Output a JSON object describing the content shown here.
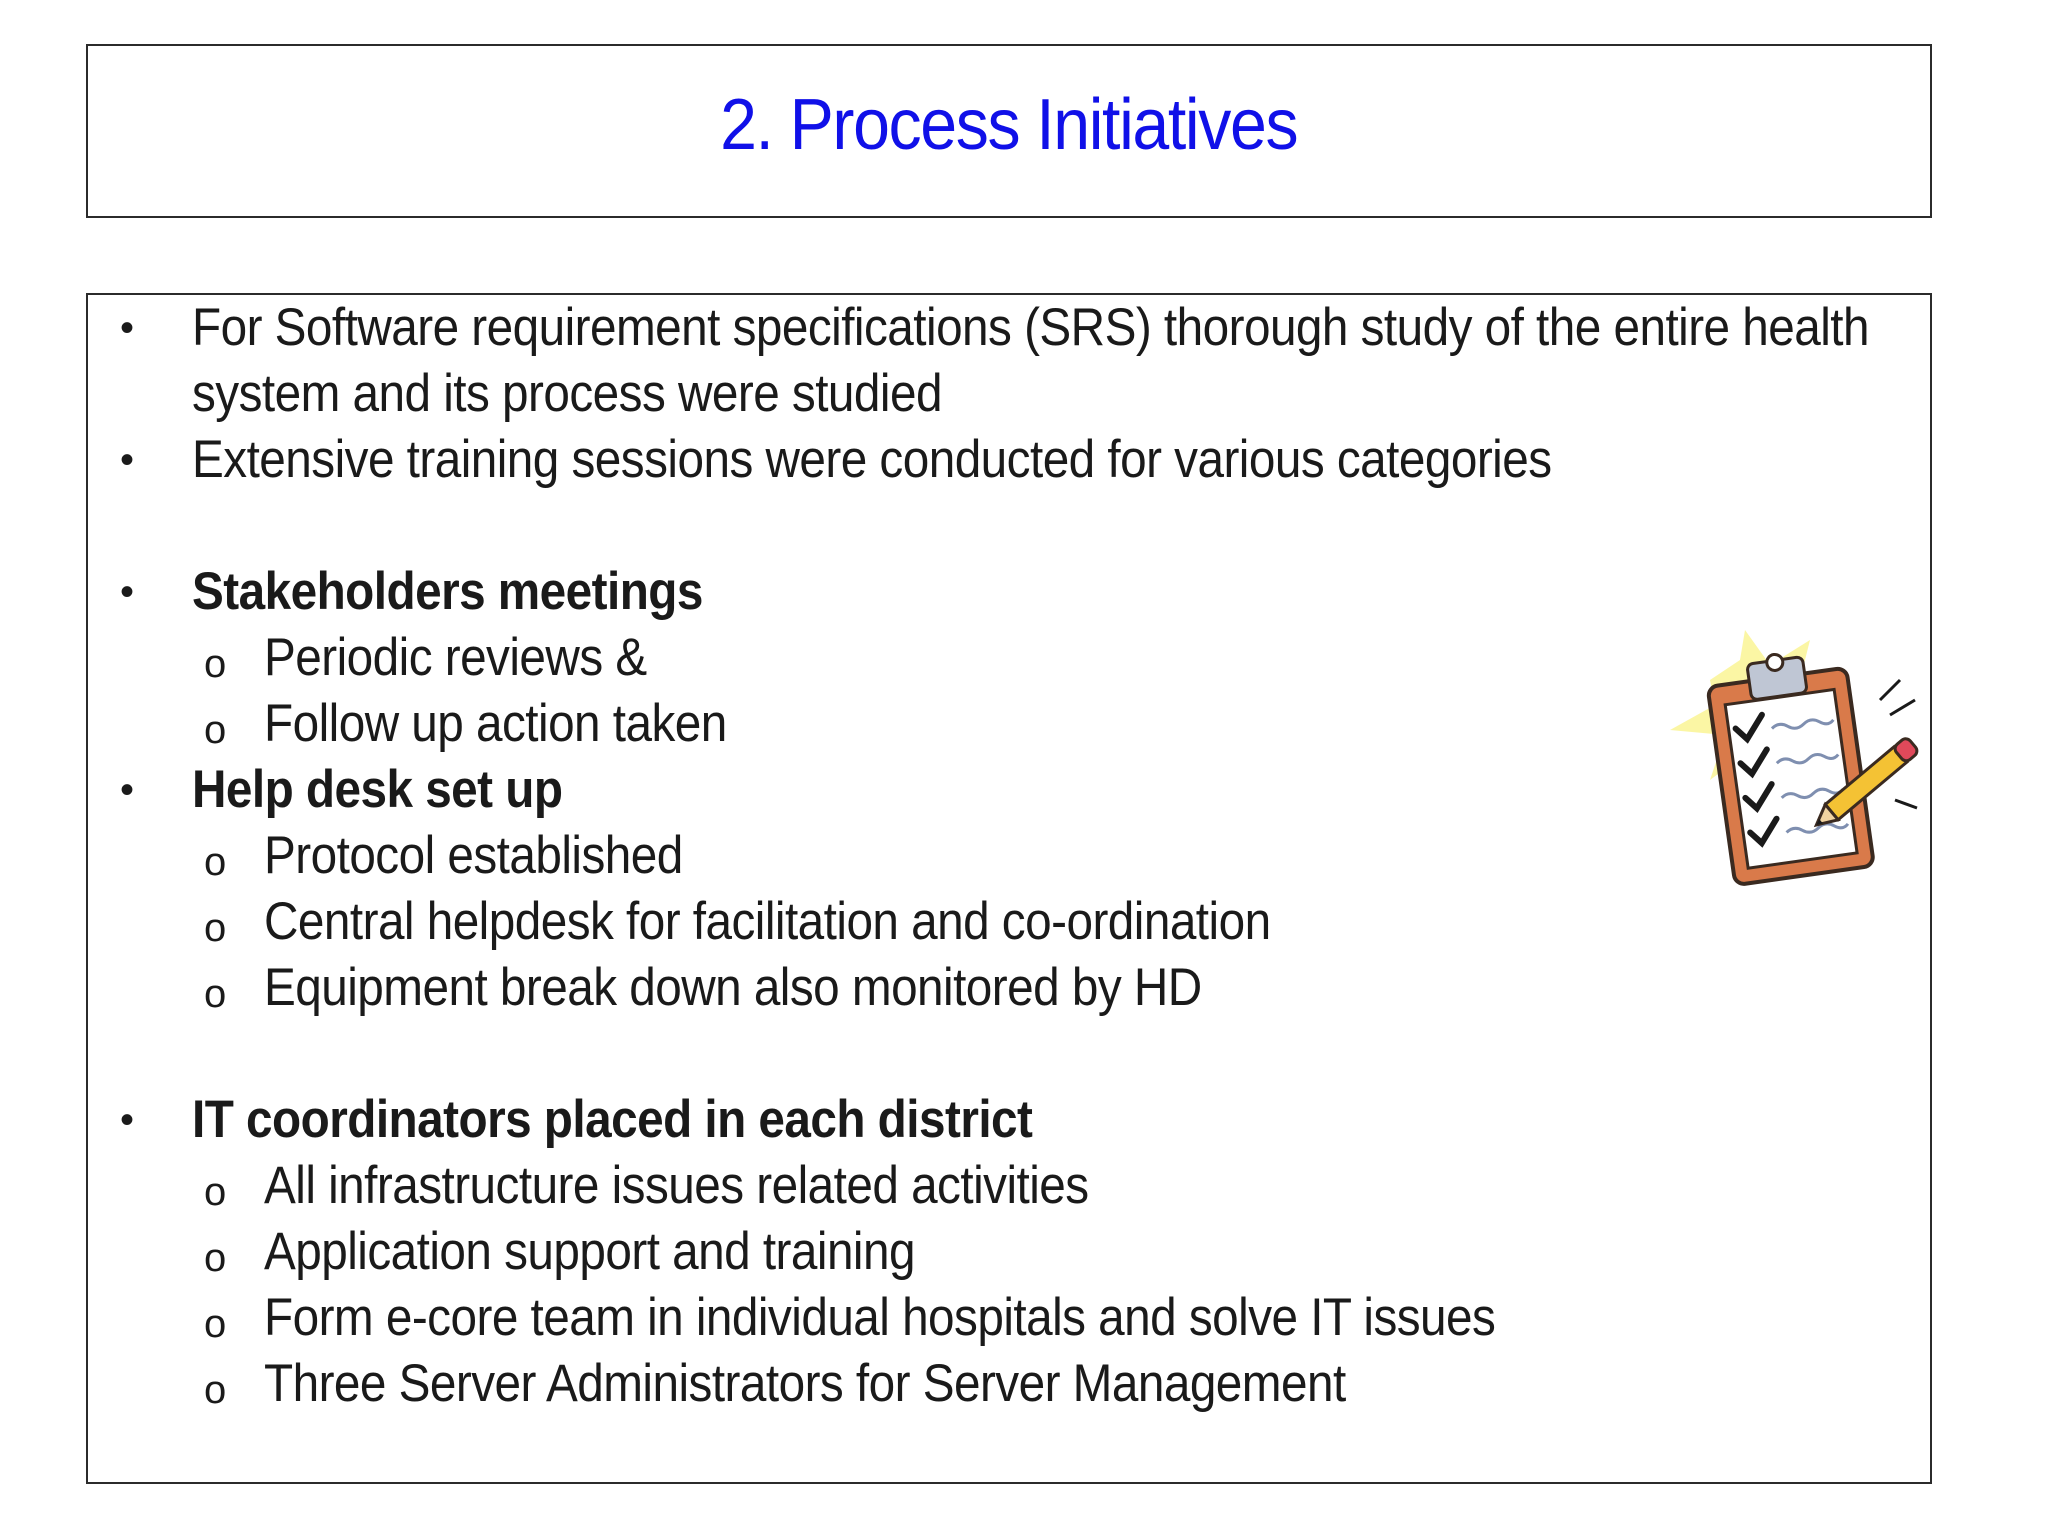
{
  "slide": {
    "title": "2. Process Initiatives",
    "bullets": [
      {
        "lines": [
          "For  Software requirement specifications (SRS) thorough study of the entire health",
          "system and its process were studied"
        ],
        "bold": false,
        "marker": "•",
        "subitems": []
      },
      {
        "lines": [
          "Extensive training sessions were conducted for various categories"
        ],
        "bold": false,
        "marker": "•",
        "subitems": []
      },
      {
        "lines": [
          "Stakeholders meetings"
        ],
        "bold": true,
        "marker": "•",
        "subitems": [
          "Periodic reviews &",
          "Follow up action taken"
        ]
      },
      {
        "lines": [
          "Help desk set up"
        ],
        "bold": true,
        "marker": "•",
        "subitems": [
          "Protocol established",
          "Central helpdesk for facilitation and co-ordination",
          "Equipment break down also monitored by HD"
        ]
      },
      {
        "lines": [
          "IT coordinators placed in each district"
        ],
        "bold": true,
        "marker": "•",
        "subitems": [
          "All infrastructure issues related activities",
          "Application support and training",
          "Form e-core team in individual hospitals and solve IT issues",
          "Three Server Administrators for Server Management"
        ]
      }
    ],
    "sub_marker": "o",
    "clipart": "clipboard-checklist-icon",
    "colors": {
      "title": "#1010e8",
      "text": "#1a1a1a",
      "border": "#2b2b2b"
    }
  }
}
